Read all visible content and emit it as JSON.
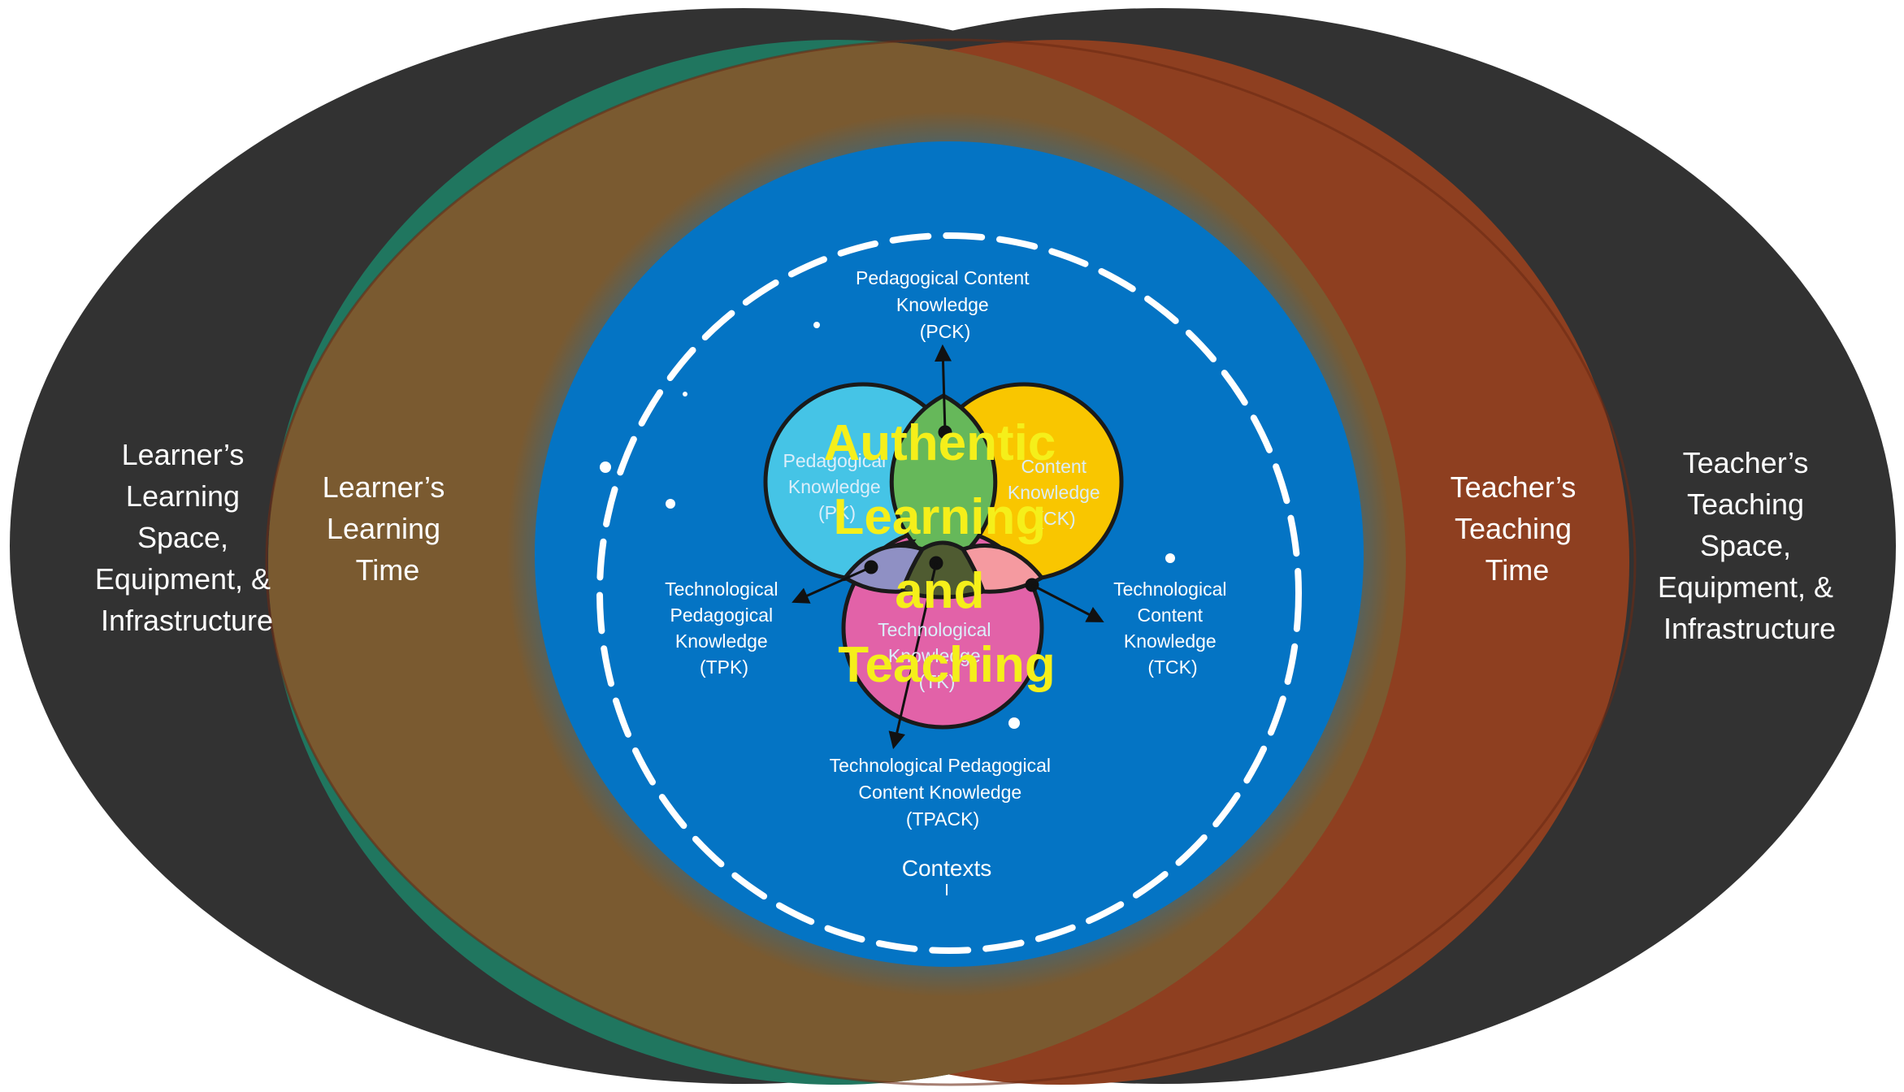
{
  "colors": {
    "outer": "#323232",
    "learner_time": "#20765f",
    "teacher_time": "#8e3f20",
    "overlap": "#7a5a30",
    "context": "#0474c4",
    "pk": "#45c4e6",
    "ck": "#f9c600",
    "tk": "#e262a8",
    "pck": "#66b85a",
    "tpk": "#8f90c4",
    "tck": "#f59aa0",
    "tpack": "#4f5b31",
    "center_text": "#f5ef1a"
  },
  "outer_left": {
    "lines": [
      "Learner’s",
      "Learning",
      "Space,",
      "Equipment, &",
      "Infrastructure"
    ]
  },
  "outer_right": {
    "lines": [
      "Teacher’s",
      "Teaching",
      "Space,",
      "Equipment, &",
      "Infrastructure"
    ]
  },
  "time_left": {
    "lines": [
      "Learner’s",
      "Learning",
      "Time"
    ]
  },
  "time_right": {
    "lines": [
      "Teacher’s",
      "Teaching",
      "Time"
    ]
  },
  "tpack": {
    "pck": [
      "Pedagogical Content",
      "Knowledge",
      "(PCK)"
    ],
    "pk": [
      "Pedagogical",
      "Knowledge",
      "(PK)"
    ],
    "ck": [
      "Content",
      "Knowledge",
      "(CK)"
    ],
    "tk": [
      "Technological",
      "Knowledge",
      "(TK)"
    ],
    "tpk": [
      "Technological",
      "Pedagogical",
      "Knowledge",
      "(TPK)"
    ],
    "tck": [
      "Technological",
      "Content",
      "Knowledge",
      "(TCK)"
    ],
    "tpack_label": [
      "Technological Pedagogical",
      "Content Knowledge",
      "(TPACK)"
    ],
    "contexts": "Contexts"
  },
  "center_title": {
    "lines": [
      "Authentic",
      "Learning",
      "and",
      "Teaching"
    ]
  }
}
